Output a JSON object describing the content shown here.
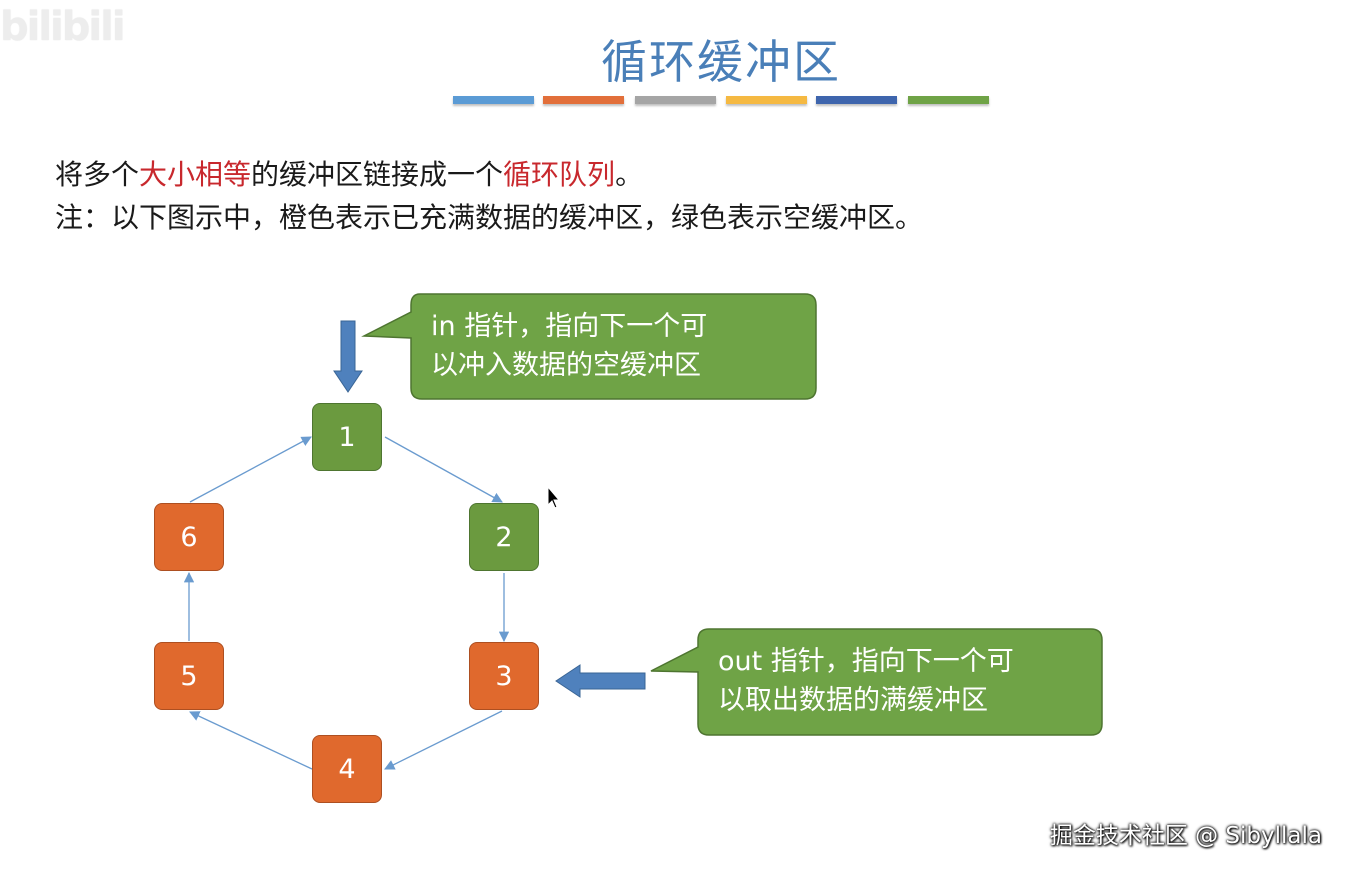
{
  "logo": "bilibili",
  "title": "循环缓冲区",
  "color_bars": [
    "#5b9bd5",
    "#e26f3a",
    "#a5a5a5",
    "#f5b942",
    "#3e65ad",
    "#6fa346"
  ],
  "line1": {
    "p1": "将多个",
    "h1": "大小相等",
    "p2": "的缓冲区链接成一个",
    "h2": "循环队列",
    "p3": "。"
  },
  "line2": "注：以下图示中，橙色表示已充满数据的缓冲区，绿色表示空缓冲区。",
  "nodes": [
    {
      "label": "1",
      "state": "empty"
    },
    {
      "label": "2",
      "state": "empty"
    },
    {
      "label": "3",
      "state": "full"
    },
    {
      "label": "4",
      "state": "full"
    },
    {
      "label": "5",
      "state": "full"
    },
    {
      "label": "6",
      "state": "full"
    }
  ],
  "callout_in": {
    "line1": "in 指针，指向下一个可",
    "line2": "以冲入数据的空缓冲区"
  },
  "callout_out": {
    "line1": "out 指针，指向下一个可",
    "line2": "以取出数据的满缓冲区"
  },
  "colors": {
    "empty": "#6b9a3f",
    "full": "#e0692d",
    "pointer": "#4f81bd",
    "edge": "#6a9bcf"
  },
  "watermark": "掘金技术社区 @ Sibyllala"
}
